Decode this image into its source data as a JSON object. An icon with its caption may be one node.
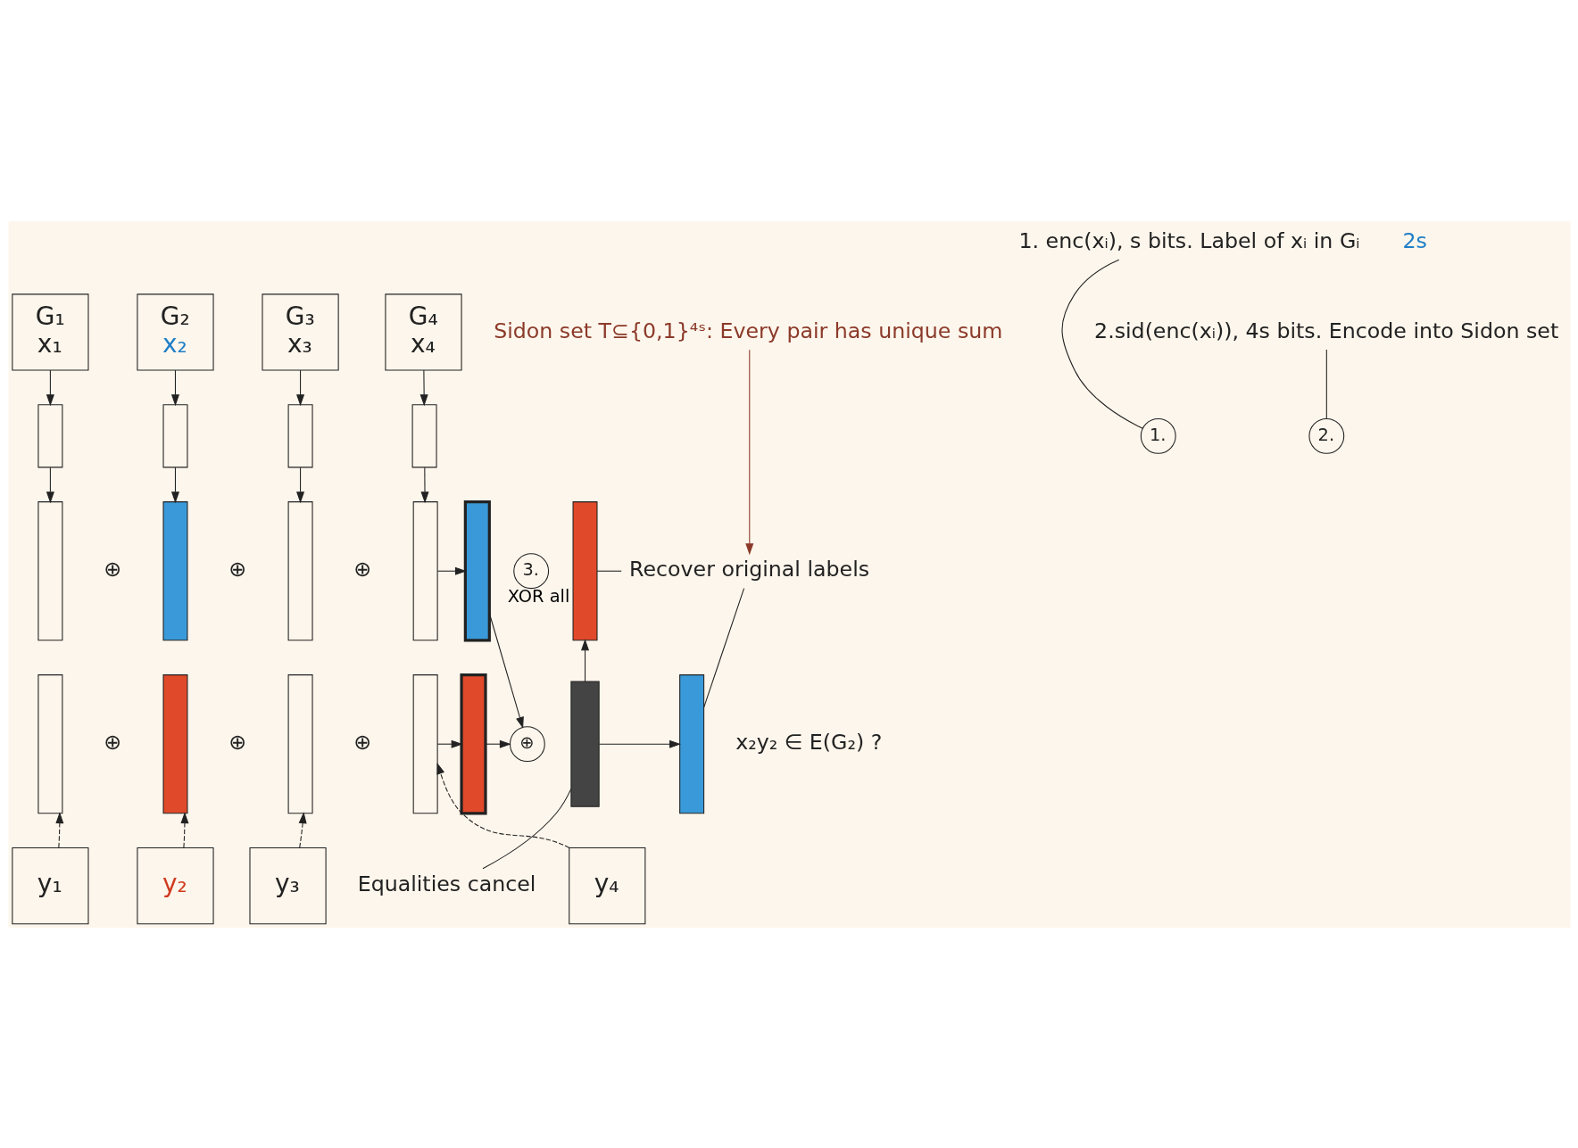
{
  "diagram": {
    "nodes": [
      {
        "text": [
          "G₁",
          "x₁"
        ]
      },
      {
        "text": [
          "G₂",
          "x₂"
        ]
      },
      {
        "text": [
          "G₃",
          "x₃"
        ]
      },
      {
        "text": [
          "G₄",
          "x₄"
        ]
      },
      {
        "text": [],
        "shape": "bar"
      },
      {
        "text": [],
        "shape": "bar"
      },
      {
        "text": [],
        "shape": "bar"
      },
      {
        "text": [],
        "shape": "bar"
      },
      {
        "text": [],
        "shape": "bar"
      },
      {
        "text": [],
        "shape": "bar"
      },
      {
        "text": [],
        "shape": "bar"
      },
      {
        "text": [],
        "shape": "bar"
      },
      {
        "text": [],
        "shape": "bar"
      },
      {
        "text": [],
        "shape": "bar"
      },
      {
        "text": [],
        "shape": "bar"
      },
      {
        "text": [],
        "shape": "bar"
      },
      {
        "text": [
          "y₁"
        ]
      },
      {
        "text": [
          "y₂"
        ]
      },
      {
        "text": [
          "y₃"
        ]
      },
      {
        "text": [
          "y₄"
        ]
      },
      {
        "text": [
          "1."
        ]
      },
      {
        "text": [
          "2."
        ]
      },
      {
        "text": [
          "1. enc(xᵢ), s bits. Label of xᵢ in Gᵢ"
        ]
      },
      {
        "text": [
          "2.sid(enc(xᵢ)), 4s bits. Encode into Sidon set"
        ]
      },
      {
        "text": [],
        "shape": "bar"
      },
      {
        "text": [],
        "shape": "bar"
      },
      {
        "text": [
          "⊕"
        ]
      },
      {
        "text": [],
        "shape": "bar"
      },
      {
        "text": [],
        "shape": "bar"
      },
      {
        "text": [],
        "shape": "bar"
      },
      {
        "text": [
          "Recover original labels"
        ]
      },
      {
        "text": [
          "Equalities cancel"
        ]
      },
      {
        "text": [
          "Sidon set T⊆{0,1}⁴ˢ: Every pair has unique sum"
        ]
      },
      {
        "text": [
          "3."
        ],
        "beside": [
          "XOR all"
        ]
      }
    ],
    "edges": [
      {
        "from": 0,
        "to": 4,
        "arrow": "to"
      },
      {
        "from": 1,
        "to": 5,
        "arrow": "to"
      },
      {
        "from": 2,
        "to": 6,
        "arrow": "to"
      },
      {
        "from": 3,
        "to": 7,
        "arrow": "to"
      },
      {
        "from": 4,
        "to": 8,
        "arrow": "to"
      },
      {
        "from": 5,
        "to": 9,
        "arrow": "to"
      },
      {
        "from": 6,
        "to": 10,
        "arrow": "to"
      },
      {
        "from": 7,
        "to": 11,
        "arrow": "to"
      },
      {
        "from": 16,
        "to": 12,
        "arrow": "to",
        "style": "dashed"
      },
      {
        "from": 17,
        "to": 13,
        "arrow": "to",
        "style": "dashed"
      },
      {
        "from": 18,
        "to": 14,
        "arrow": "to",
        "style": "dashed"
      },
      {
        "from": 19,
        "to": 15,
        "arrow": "to",
        "style": "dashed"
      },
      {
        "from": 22,
        "to": 20,
        "arrow": "none"
      },
      {
        "from": 23,
        "to": 21,
        "arrow": "none"
      },
      {
        "from": 11,
        "to": 24,
        "arrow": "to"
      },
      {
        "from": 15,
        "to": 25,
        "arrow": "to"
      },
      {
        "from": 24,
        "to": 26,
        "arrow": "to"
      },
      {
        "from": 25,
        "to": 26,
        "arrow": "to"
      },
      {
        "from": 27,
        "to": 28,
        "arrow": "to"
      },
      {
        "from": 27,
        "to": 29,
        "arrow": "to"
      },
      {
        "from": 28,
        "to": 30,
        "arrow": "none"
      },
      {
        "from": 29,
        "to": 30,
        "arrow": "none"
      },
      {
        "from": 31,
        "to": 27,
        "arrow": "none"
      },
      {
        "from": 32,
        "to": 30,
        "arrow": "to",
        "color": "#8b3a2a"
      }
    ],
    "labels": [
      "⊕",
      "⊕",
      "⊕",
      "⊕",
      "⊕",
      "⊕",
      "2s",
      "x₂y₂ ∈ E(G₂) ?"
    ]
  }
}
